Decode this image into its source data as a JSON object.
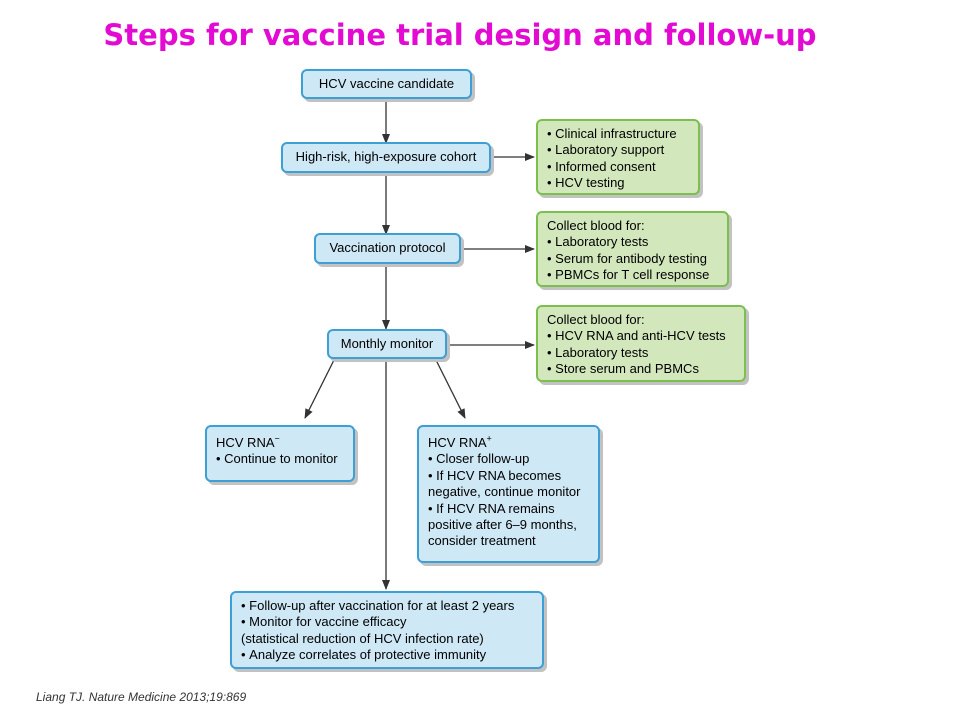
{
  "title": "Steps for vaccine trial design and follow-up",
  "citation": "Liang TJ. Nature Medicine 2013;19:869",
  "colors": {
    "title": "#e30bd3",
    "blue_fill": "#cfe8f6",
    "blue_border": "#3c9fd6",
    "green_fill": "#d3e7bd",
    "green_border": "#7cbf4f"
  },
  "nodes": {
    "candidate": "HCV vaccine candidate",
    "cohort": "High-risk, high-exposure cohort",
    "protocol": "Vaccination protocol",
    "monitor": "Monthly monitor",
    "infrastructure": {
      "items": [
        "Clinical infrastructure",
        "Laboratory support",
        "Informed consent",
        "HCV testing"
      ]
    },
    "protocol_blood": {
      "heading": "Collect blood for:",
      "items": [
        "Laboratory tests",
        "Serum for antibody testing",
        "PBMCs for T cell response"
      ]
    },
    "monitor_blood": {
      "heading": "Collect blood for:",
      "items": [
        "HCV RNA and anti-HCV tests",
        "Laboratory tests",
        "Store serum and PBMCs"
      ]
    },
    "rna_negative": {
      "heading": "HCV RNA",
      "sign": "−",
      "items": [
        "Continue to monitor"
      ]
    },
    "rna_positive": {
      "heading": "HCV RNA",
      "sign": "+",
      "items": [
        "Closer follow-up",
        "If HCV RNA becomes",
        "negative, continue monitor",
        "If HCV RNA remains",
        "positive after 6–9 months,",
        "consider treatment"
      ]
    },
    "followup": {
      "items": [
        "Follow-up after vaccination for at least 2 years",
        "Monitor for vaccine efficacy",
        "(statistical reduction of HCV infection rate)",
        "Analyze correlates of protective immunity"
      ]
    }
  }
}
